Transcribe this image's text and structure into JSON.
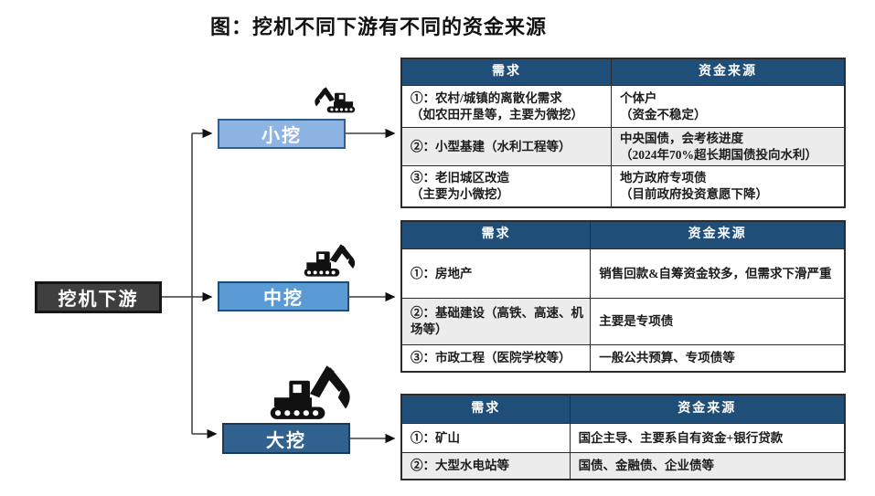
{
  "title": "图：挖机不同下游有不同的资金来源",
  "colors": {
    "table_header_bg": "#1f4e79",
    "shaded_row_bg": "#ececec",
    "root_box_bg": "#3f3f3f",
    "small_box_bg": "#8db4e2",
    "mid_box_bg": "#5b9bd5",
    "large_box_bg": "#31618f"
  },
  "root": {
    "label": "挖机下游"
  },
  "branches": [
    {
      "label": "小挖",
      "icon": "excavator-small-icon"
    },
    {
      "label": "中挖",
      "icon": "excavator-medium-icon"
    },
    {
      "label": "大挖",
      "icon": "excavator-large-icon"
    }
  ],
  "tables": [
    {
      "branch": "小挖",
      "headers": {
        "demand": "需求",
        "source": "资金来源"
      },
      "rows": [
        {
          "demand": "①：农村/城镇的离散化需求\n（如农田开垦等，主要为微挖）",
          "source": "个体户\n（资金不稳定）"
        },
        {
          "demand": "②：小型基建（水利工程等）",
          "source": "中央国债，会考核进度\n（2024年70%超长期国债投向水利）"
        },
        {
          "demand": "③：老旧城区改造\n（主要为小微挖）",
          "source": "地方政府专项债\n（目前政府投资意愿下降）"
        }
      ]
    },
    {
      "branch": "中挖",
      "headers": {
        "demand": "需求",
        "source": "资金来源"
      },
      "rows": [
        {
          "demand": "①：房地产",
          "source": "销售回款&自筹资金较多，但需求下滑严重"
        },
        {
          "demand": "②：基础建设（高铁、高速、机场等）",
          "source": "主要是专项债"
        },
        {
          "demand": "③：市政工程（医院学校等）",
          "source": "一般公共预算、专项债等"
        }
      ]
    },
    {
      "branch": "大挖",
      "headers": {
        "demand": "需求",
        "source": "资金来源"
      },
      "rows": [
        {
          "demand": "①：矿山",
          "source": "国企主导、主要系自有资金+银行贷款"
        },
        {
          "demand": "②：大型水电站等",
          "source": "国债、金融债、企业债等"
        }
      ]
    }
  ]
}
